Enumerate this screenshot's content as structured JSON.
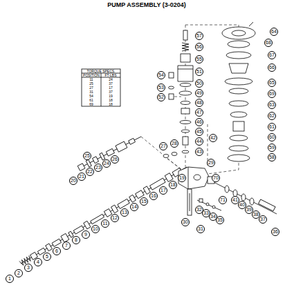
{
  "diagram": {
    "title": "PUMP ASSEMBLY (3-0204)",
    "labels": [
      "TORQUE SPECS.",
      "POSITION",
      "FT-LBS",
      "11",
      "24",
      "25",
      "37",
      "27",
      "17",
      "31",
      "37",
      "54",
      "19",
      "61",
      "18",
      "69",
      "18",
      "1",
      "2",
      "3",
      "4",
      "5",
      "6",
      "7",
      "8",
      "9",
      "10",
      "11",
      "12",
      "13",
      "14",
      "15",
      "16",
      "17",
      "18",
      "19",
      "20",
      "21",
      "22",
      "23",
      "24",
      "25",
      "26",
      "27",
      "28",
      "29",
      "30",
      "31",
      "32",
      "33",
      "34",
      "35",
      "36",
      "37",
      "38",
      "39",
      "40",
      "41",
      "42",
      "43",
      "44",
      "45",
      "46",
      "47",
      "48",
      "49",
      "50",
      "51",
      "52",
      "53",
      "54",
      "55",
      "56",
      "57",
      "58",
      "59",
      "60",
      "61",
      "62",
      "63",
      "64",
      "65",
      "66",
      "67",
      "68",
      "69",
      "70",
      "71"
    ]
  }
}
